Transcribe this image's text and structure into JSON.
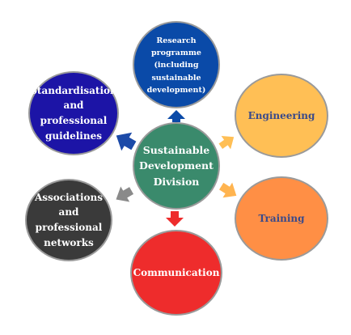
{
  "nodes": {
    "center": {
      "label": "Sustainable\nDevelopment\nDivision",
      "color": "#3a8a6c",
      "text_color": "#ffffff"
    },
    "research": {
      "label": "Research programme\n(including sustainable\ndevelopment)",
      "color": "#0a4aa8",
      "text_color": "#ffffff"
    },
    "engineering": {
      "label": "Engineering",
      "color": "#ffbf55",
      "text_color": "#3a4a8a"
    },
    "training": {
      "label": "Training",
      "color": "#ff8f45",
      "text_color": "#3a4a8a"
    },
    "communication": {
      "label": "Communication",
      "color": "#ee2c2c",
      "text_color": "#ffffff"
    },
    "associations": {
      "label": "Associations\nand professional\nnetworks",
      "color": "#3a3a3a",
      "text_color": "#ffffff"
    },
    "standardisation": {
      "label": "Standardisation\nand professional\nguidelines",
      "color": "#1c14a6",
      "text_color": "#ffffff"
    }
  },
  "arrows": {
    "research": {
      "color": "#0a4aa8"
    },
    "engineering": {
      "color": "#ffbf55"
    },
    "training": {
      "color": "#ffb450"
    },
    "communication": {
      "color": "#ee2c2c"
    },
    "associations": {
      "color": "#8a8a8a"
    },
    "standardisation": {
      "color": "#1c4aa8"
    }
  }
}
